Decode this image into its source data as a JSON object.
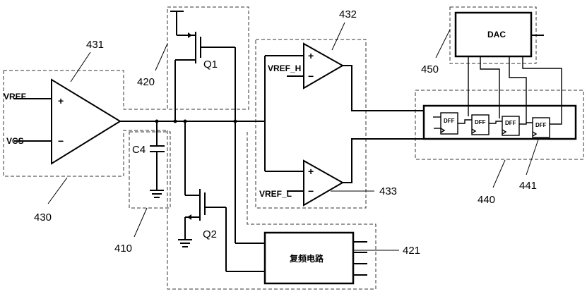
{
  "labels": {
    "ref_430": "430",
    "ref_431": "431",
    "ref_410": "410",
    "ref_420": "420",
    "ref_421": "421",
    "ref_432": "432",
    "ref_433": "433",
    "ref_440": "440",
    "ref_441": "441",
    "ref_450": "450"
  },
  "signals": {
    "vref": "VREF",
    "vcs": "VCS",
    "vref_h": "VREF_H",
    "vref_l": "VREF_L"
  },
  "components": {
    "c4": "C4",
    "q1": "Q1",
    "q2": "Q2",
    "dac": "DAC",
    "dff": "DFF",
    "reset_circuit": "复频电路"
  },
  "symbols": {
    "plus": "+",
    "minus": "−"
  }
}
